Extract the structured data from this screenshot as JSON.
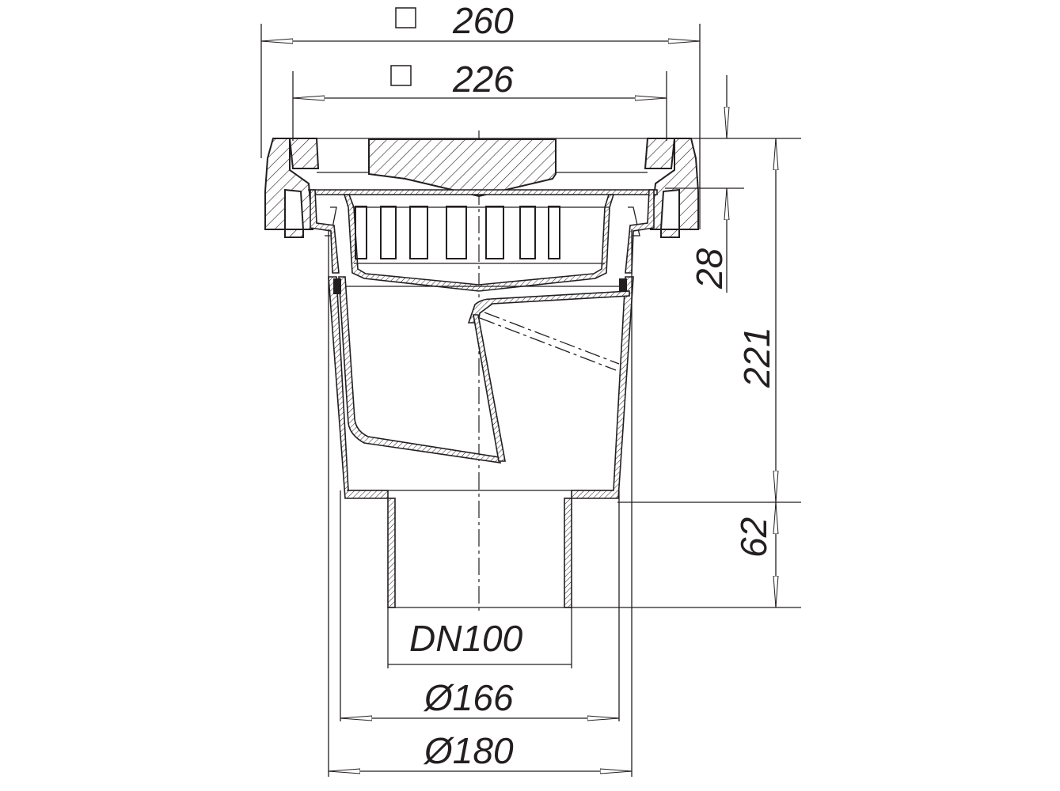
{
  "drawing": {
    "dimensions": {
      "top_outer": {
        "symbol": "square",
        "label": "260"
      },
      "top_inner": {
        "symbol": "square",
        "label": "226"
      },
      "grate_height": "28",
      "body_height": "221",
      "outlet_height": "62",
      "outlet_nominal": "DN100",
      "body_diameter_inner": "Ø166",
      "body_diameter_outer": "Ø180"
    },
    "colors": {
      "line": "#231f20",
      "background": "#ffffff"
    }
  }
}
